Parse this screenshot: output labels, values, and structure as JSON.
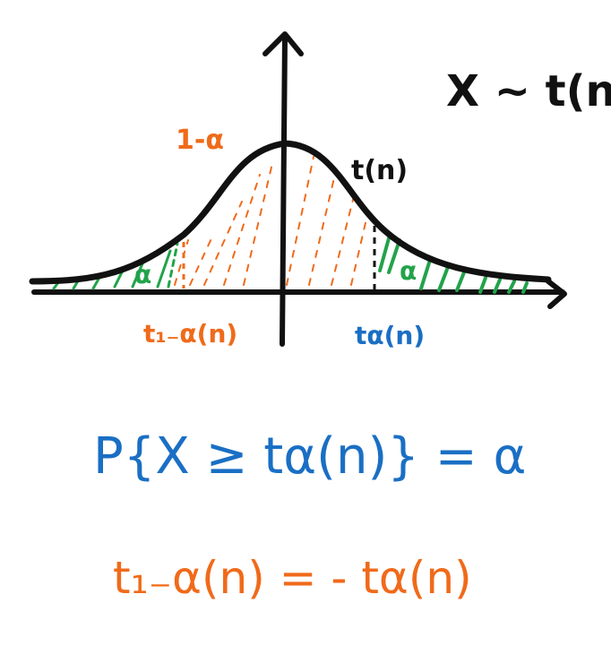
{
  "title_formula": "X ~ t(n)",
  "labels": {
    "curve": "t(n)",
    "center_area": "1-α",
    "left_tail": "α",
    "right_tail": "α",
    "left_quantile": "t₁₋α(n)",
    "right_quantile": "tα(n)"
  },
  "formulas": {
    "probability": "P{X ≥ tα(n)} = α",
    "symmetry": "t₁₋α(n) = - tα(n)"
  },
  "colors": {
    "ink": "#111111",
    "orange": "#f06a1a",
    "blue": "#1a6fc4",
    "green": "#22a34a"
  }
}
